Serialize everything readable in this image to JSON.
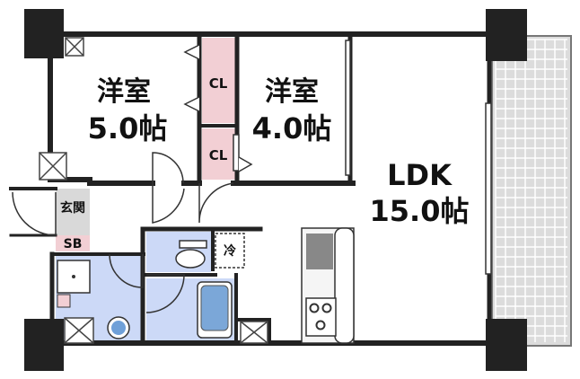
{
  "rooms": {
    "western_room_1": {
      "name": "洋室",
      "size": "5.0帖"
    },
    "western_room_2": {
      "name": "洋室",
      "size": "4.0帖"
    },
    "ldk": {
      "name": "LDK",
      "size": "15.0帖"
    }
  },
  "labels": {
    "closet_upper": "CL",
    "closet_lower": "CL",
    "entrance": "玄関",
    "shoe_box": "SB",
    "refrigerator": "冷"
  },
  "colors": {
    "wall": "#222222",
    "closet_fill": "#f2cfd4",
    "water_area_fill": "#ccd9f7",
    "balcony_fill": "#dcdcdc",
    "balcony_grid": "#ffffff",
    "shoe_box_fill": "#f2cfd4",
    "entrance_fill": "#d9d9d9"
  }
}
